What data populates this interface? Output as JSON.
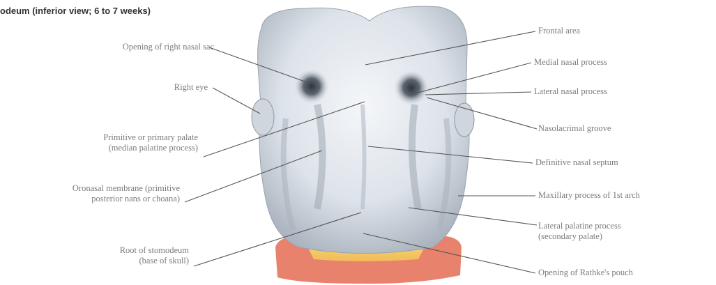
{
  "title": "odeum (inferior view; 6 to 7 weeks)",
  "labels_left": [
    {
      "key": "opening_right_nasal_sac",
      "text": "Opening of right nasal sac"
    },
    {
      "key": "right_eye",
      "text": "Right eye"
    },
    {
      "key": "primitive_palate",
      "line1": "Primitive or primary palate",
      "line2": "(median palatine process)"
    },
    {
      "key": "oronasal_membrane",
      "line1": "Oronasal membrane (primitive",
      "line2": "posterior nans or choana)"
    },
    {
      "key": "root_stomodeum",
      "line1": "Root of stomodeum",
      "line2": "(base of skull)"
    }
  ],
  "labels_right": [
    {
      "key": "frontal_area",
      "text": "Frontal area"
    },
    {
      "key": "medial_nasal_process",
      "text": "Medial nasal process"
    },
    {
      "key": "lateral_nasal_process",
      "text": "Lateral nasal process"
    },
    {
      "key": "nasolacrimal_groove",
      "text": "Nasolacrimal groove"
    },
    {
      "key": "definitive_nasal_septum",
      "text": "Definitive nasal septum"
    },
    {
      "key": "maxillary_process",
      "text": "Maxillary process of 1st arch"
    },
    {
      "key": "lateral_palatine_process",
      "line1": "Lateral palatine process",
      "line2": "(secondary palate)"
    },
    {
      "key": "opening_rathke",
      "text": "Opening of Rathke's pouch"
    }
  ]
}
